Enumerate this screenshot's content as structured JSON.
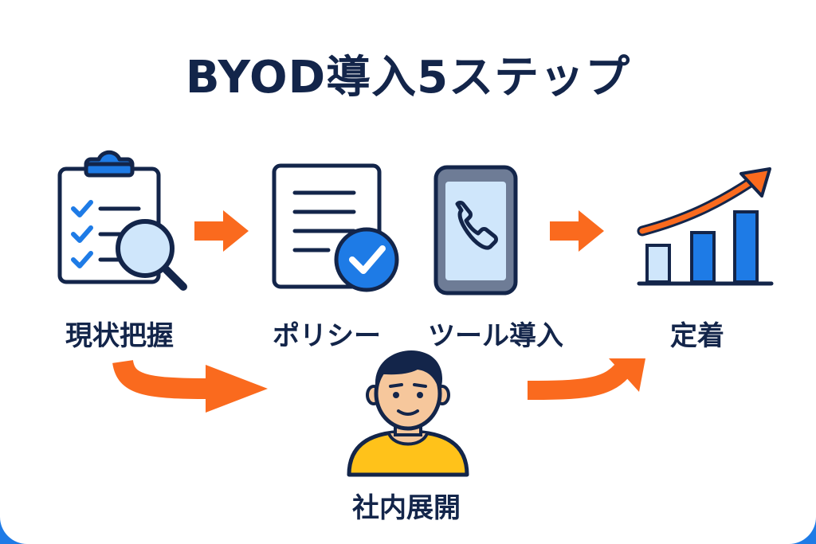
{
  "title": "BYOD導入5ステップ",
  "steps": [
    {
      "label": "現状把握",
      "icon": "clipboard-magnifier-icon"
    },
    {
      "label": "ポリシー",
      "icon": "document-check-icon"
    },
    {
      "label": "ツール導入",
      "icon": "smartphone-call-icon"
    },
    {
      "label": "社内展開",
      "icon": "person-icon"
    },
    {
      "label": "定着",
      "icon": "growth-chart-icon"
    }
  ],
  "colors": {
    "navy": "#13254a",
    "blue": "#1e7be6",
    "light_blue": "#cfe6fb",
    "orange": "#fa6a1e",
    "yellow": "#ffc21a"
  }
}
